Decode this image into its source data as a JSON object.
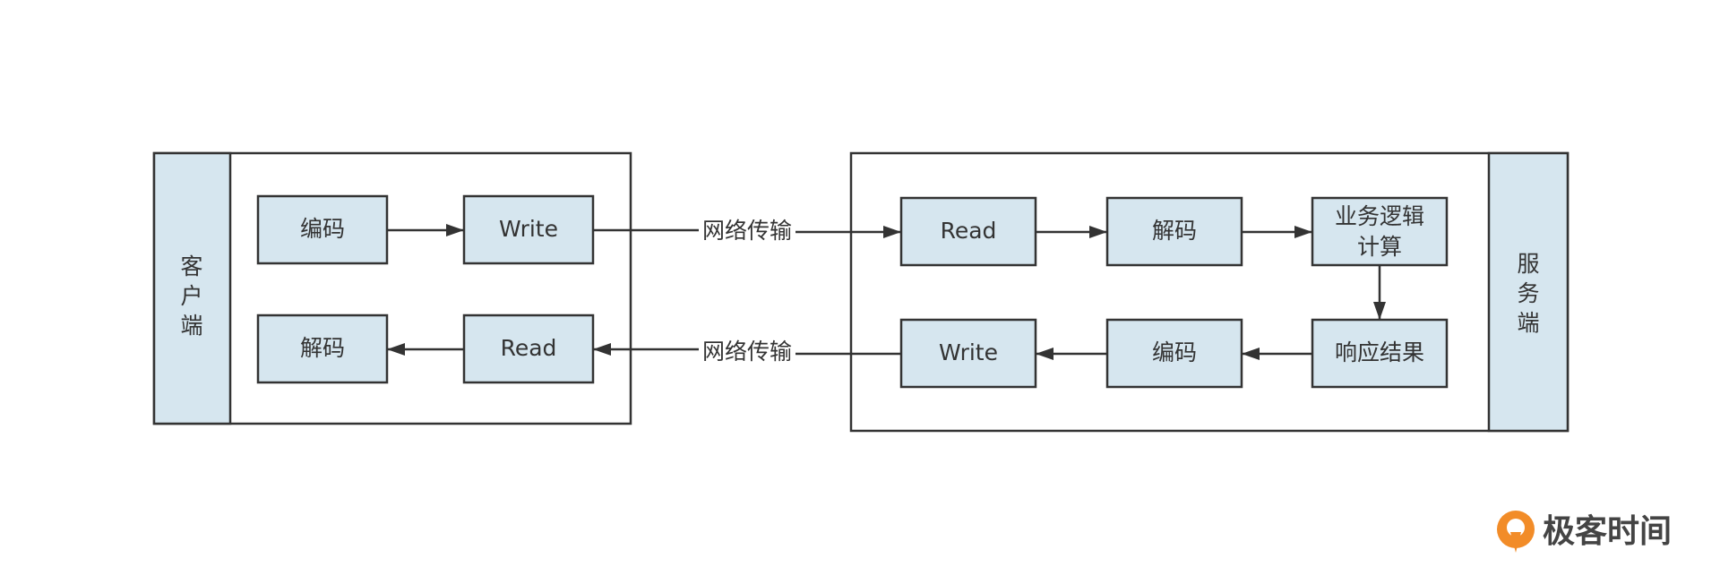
{
  "colors": {
    "box_fill": "#d6e6ef",
    "stroke": "#333333",
    "text": "#333333",
    "logo_orange": "#f28c28"
  },
  "client": {
    "label": [
      "客",
      "户",
      "端"
    ],
    "encode": "编码",
    "write": "Write",
    "decode": "解码",
    "read": "Read"
  },
  "server": {
    "label": [
      "服",
      "务",
      "端"
    ],
    "read": "Read",
    "decode": "解码",
    "business": [
      "业务逻辑",
      "计算"
    ],
    "response": "响应结果",
    "encode": "编码",
    "write": "Write"
  },
  "edges": {
    "network_request": "网络传输",
    "network_response": "网络传输"
  },
  "logo": {
    "text": "极客时间",
    "icon": "geektime-logo-icon"
  }
}
